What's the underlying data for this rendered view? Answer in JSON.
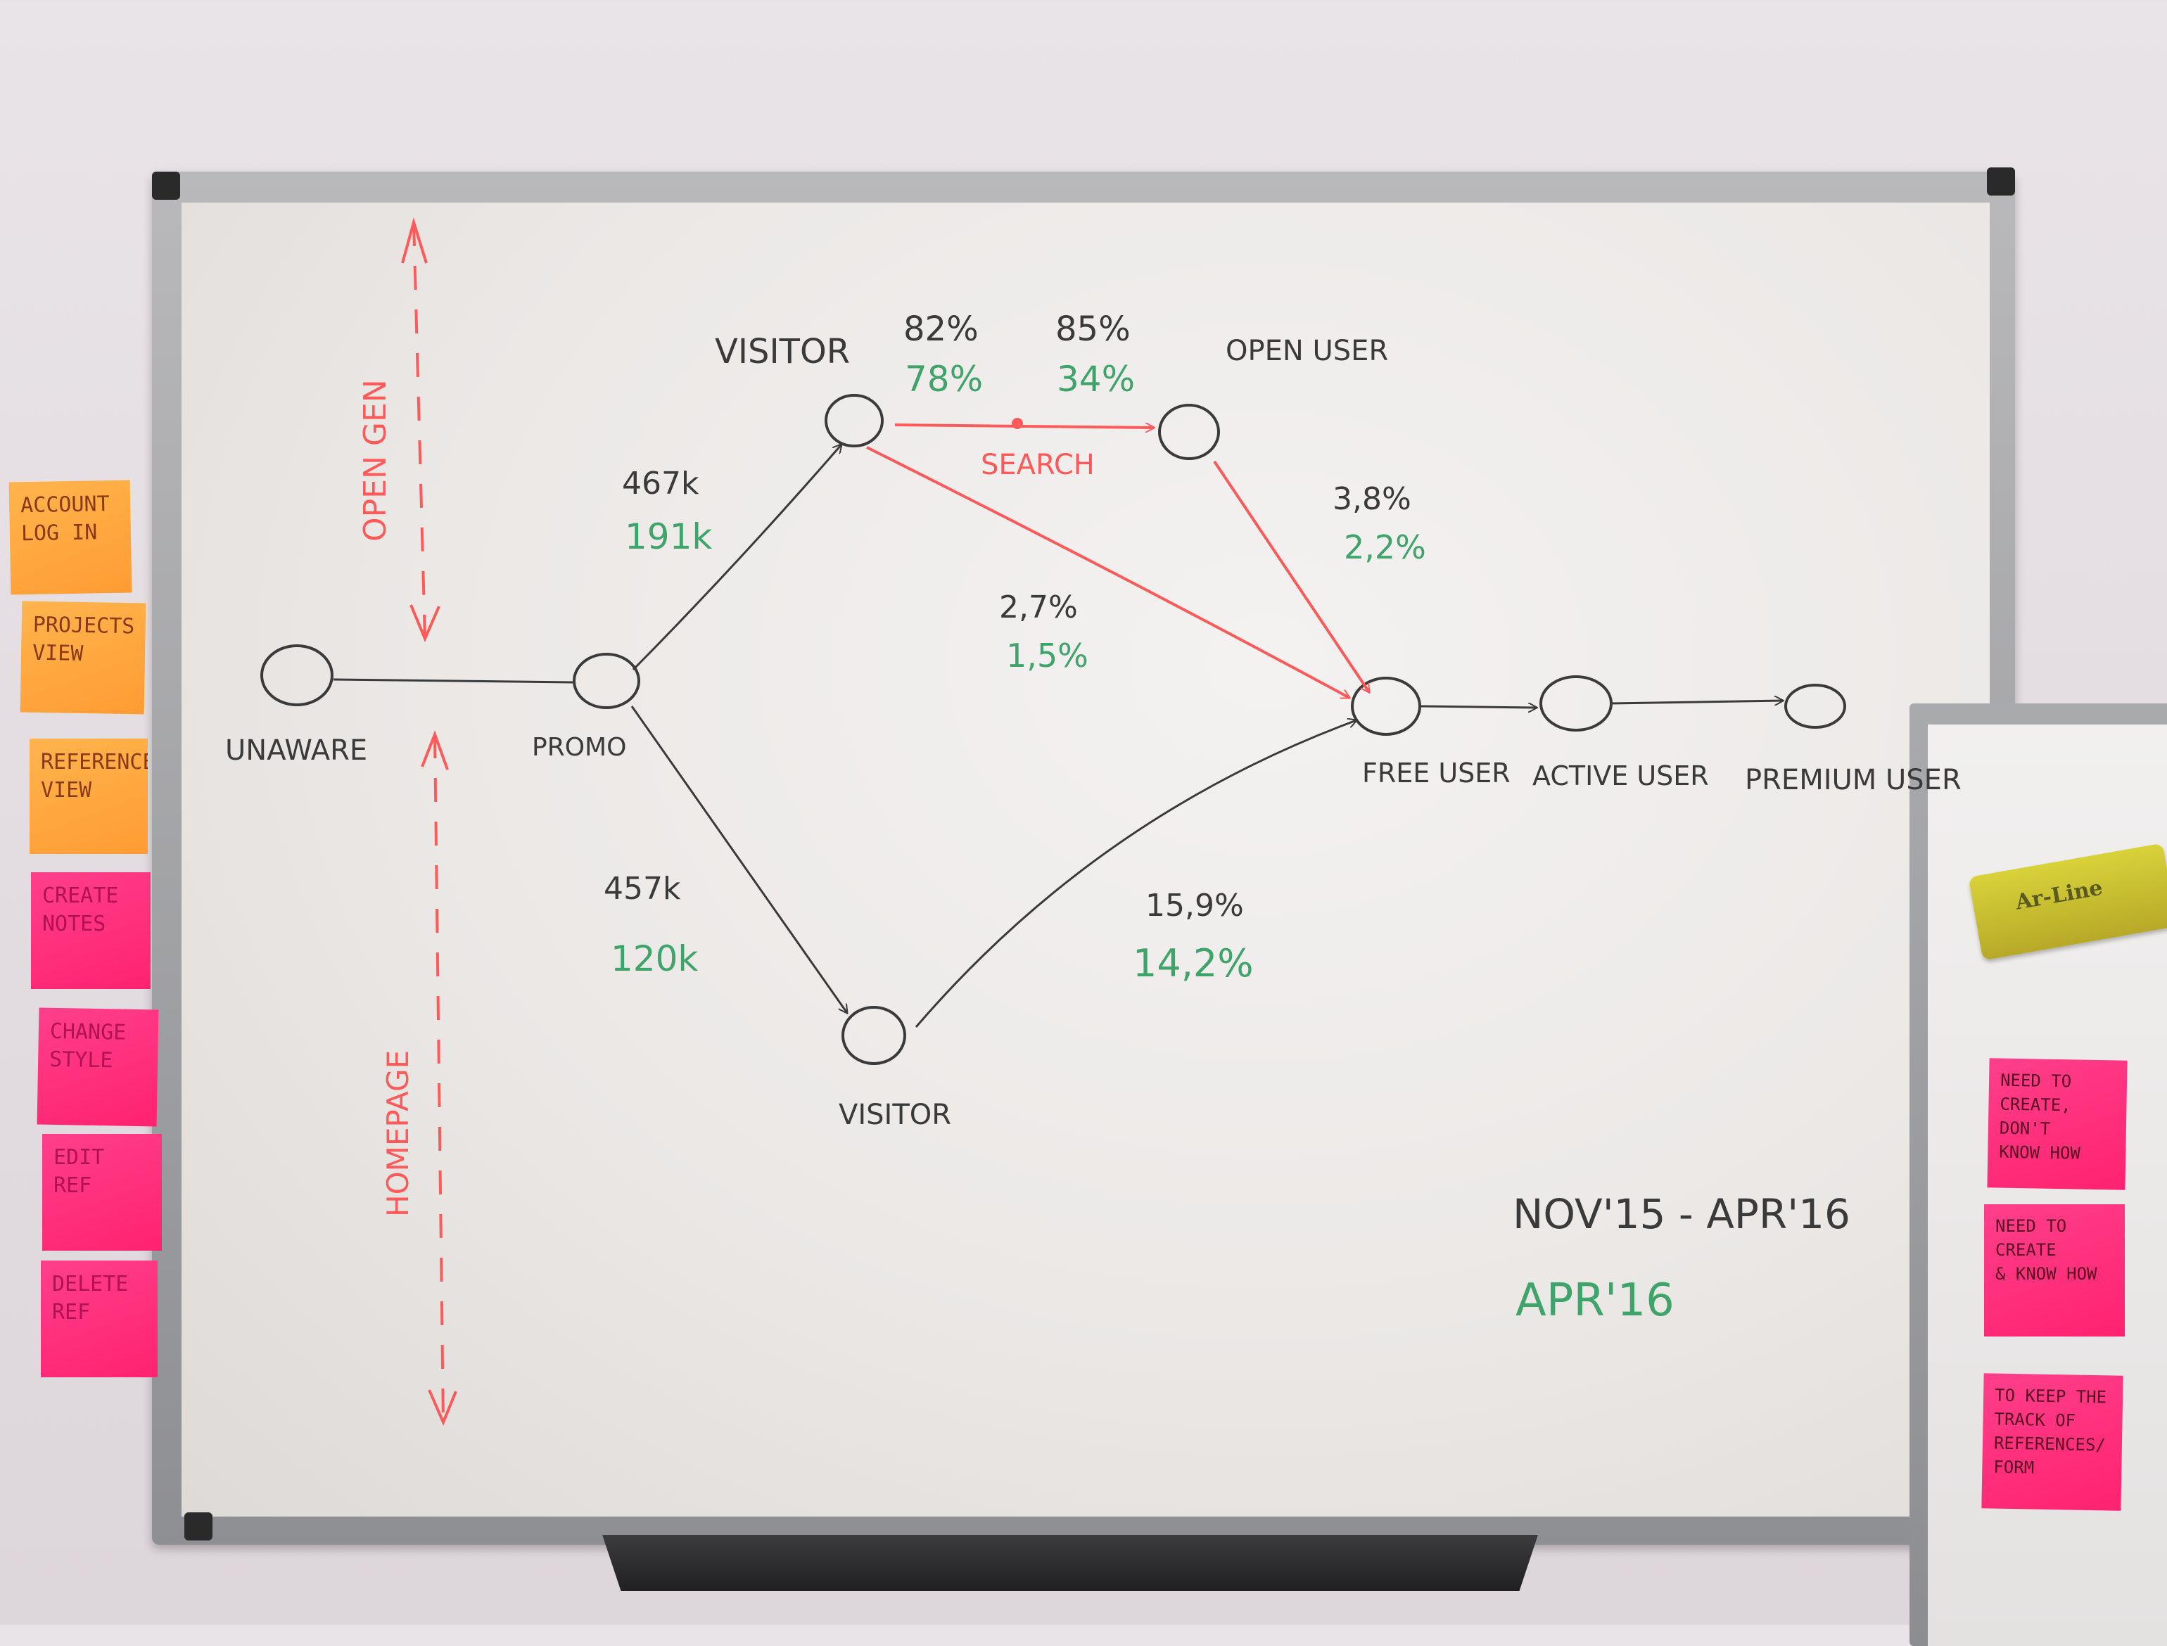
{
  "colors": {
    "black_marker": "#3a3a3a",
    "red_marker": "#ff5a5a",
    "green_marker": "#3fa46a"
  },
  "nodes": {
    "unaware": "UNAWARE",
    "promo": "PROMO",
    "visitor_top": "VISITOR",
    "visitor_bottom": "VISITOR",
    "open_user": "OPEN USER",
    "free_user": "FREE USER",
    "active_user": "ACTIVE USER",
    "premium_user": "PREMIUM USER"
  },
  "channels": {
    "open_gen": "OPEN GEN",
    "homepage": "HOMEPAGE"
  },
  "edges": {
    "search": "SEARCH"
  },
  "metrics": {
    "promo_to_visitor_top": {
      "black": "467k",
      "green": "191k"
    },
    "promo_to_visitor_bottom": {
      "black": "457k",
      "green": "120k"
    },
    "visitor_to_open_a": {
      "black": "82%",
      "green": "78%"
    },
    "visitor_to_open_b": {
      "black": "85%",
      "green": "34%"
    },
    "open_to_free": {
      "black": "3,8%",
      "green": "2,2%"
    },
    "visitor_top_to_free": {
      "black": "2,7%",
      "green": "1,5%"
    },
    "visitor_bottom_to_free": {
      "black": "15,9%",
      "green": "14,2%"
    }
  },
  "date_range": {
    "black": "NOV'15 - APR'16",
    "green": "APR'16"
  },
  "sticky_notes_left": [
    {
      "text": "ACCOUNT\nLOG IN",
      "color": "orange"
    },
    {
      "text": "PROJECTS\nVIEW",
      "color": "orange"
    },
    {
      "text": "REFERENCES\nVIEW",
      "color": "orange"
    },
    {
      "text": "CREATE\nNOTES",
      "color": "pink"
    },
    {
      "text": "CHANGE\nSTYLE",
      "color": "pink"
    },
    {
      "text": "EDIT\nREF",
      "color": "pink"
    },
    {
      "text": "DELETE\nREF",
      "color": "pink"
    }
  ],
  "sticky_notes_right": [
    {
      "text": "NEED TO\nCREATE, DON'T\nKNOW HOW"
    },
    {
      "text": "NEED TO CREATE\n& KNOW HOW"
    },
    {
      "text": "TO KEEP THE\nTRACK OF\nREFERENCES/\nFORM"
    }
  ],
  "eraser_brand": "Ar-Line"
}
